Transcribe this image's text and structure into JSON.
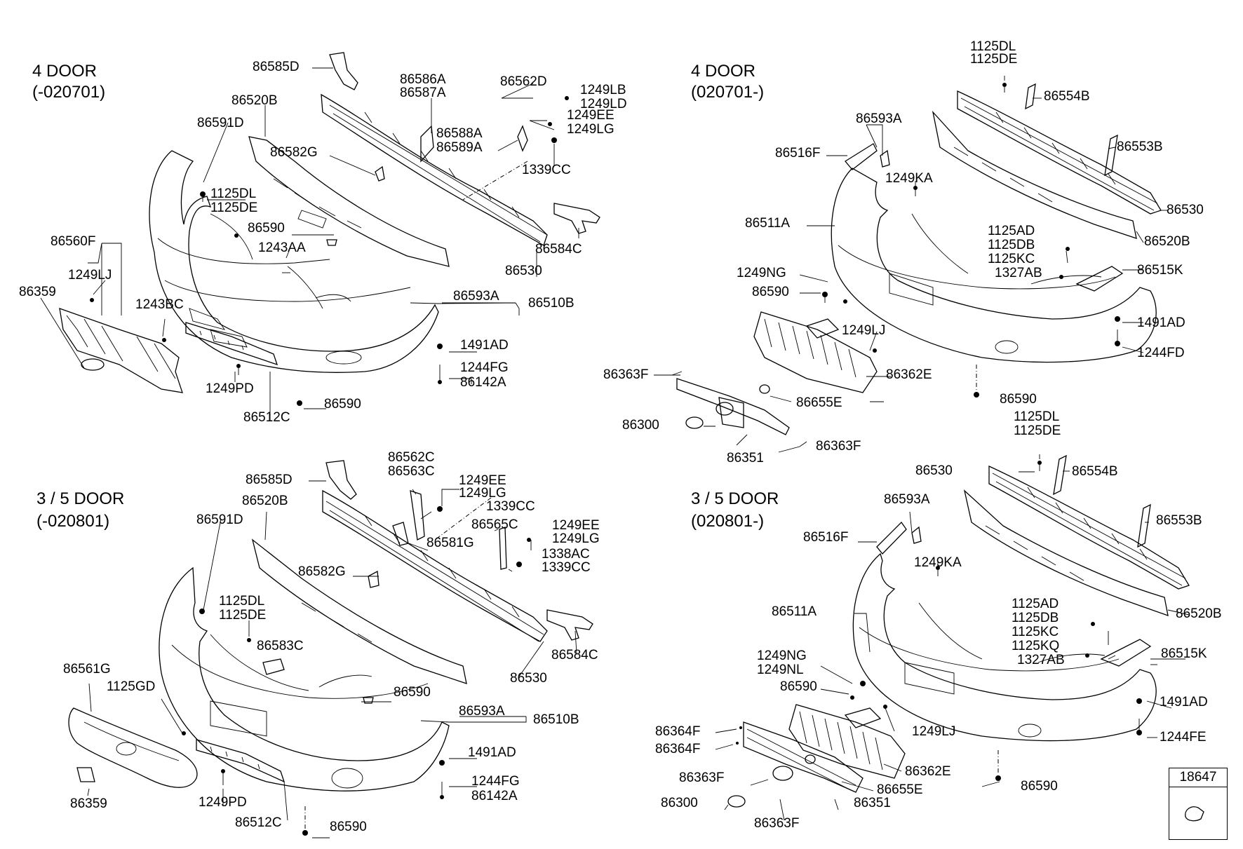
{
  "sections": {
    "tl_title": "4 DOOR",
    "tl_range": "(-020701)",
    "tr_title": "4 DOOR",
    "tr_range": "(020701-)",
    "bl_title": "3 / 5 DOOR",
    "bl_range": "(-020801)",
    "br_title": "3 / 5 DOOR",
    "br_range": "(020801-)"
  },
  "ref_box": "18647",
  "labels": {
    "tl": [
      "86585D",
      "86586A",
      "86587A",
      "86562D",
      "1249LB",
      "1249LD",
      "1249EE",
      "1249LG",
      "86520B",
      "86591D",
      "86588A",
      "86589A",
      "1339CC",
      "86582G",
      "1125DL",
      "1125DE",
      "86590",
      "1243AA",
      "86560F",
      "1249LJ",
      "86359",
      "1243BC",
      "86584C",
      "86530",
      "86593A",
      "86510B",
      "1491AD",
      "1244FG",
      "86142A",
      "1249PD",
      "86590",
      "86512C"
    ],
    "tr": [
      "1125DL",
      "1125DE",
      "86554B",
      "86593A",
      "86553B",
      "86516F",
      "1249KA",
      "86530",
      "86511A",
      "1125AD",
      "86520B",
      "1125DB",
      "1125KC",
      "1249NG",
      "1327AB",
      "86515K",
      "86590",
      "1491AD",
      "1249LJ",
      "1244FD",
      "86363F",
      "86362E",
      "86590",
      "86655E",
      "86300",
      "86363F",
      "86351"
    ],
    "bl": [
      "86562C",
      "86563C",
      "86585D",
      "1249EE",
      "1249LG",
      "86520B",
      "1339CC",
      "86591D",
      "86565C",
      "1249EE",
      "86581G",
      "1249LG",
      "1338AC",
      "86582G",
      "1339CC",
      "1125DL",
      "1125DE",
      "86583C",
      "86584C",
      "86530",
      "86590",
      "86561G",
      "1125GD",
      "86593A",
      "86510B",
      "1491AD",
      "1244FG",
      "86142A",
      "86359",
      "1249PD",
      "86512C",
      "86590"
    ],
    "br": [
      "1125DL",
      "1125DE",
      "86530",
      "86554B",
      "86593A",
      "86553B",
      "86516F",
      "1249KA",
      "86511A",
      "86520B",
      "1125AD",
      "1125DB",
      "1125KC",
      "1125KQ",
      "86515K",
      "1327AB",
      "1249NG",
      "1249NL",
      "86590",
      "1491AD",
      "86364F",
      "1249LJ",
      "86364F",
      "1244FE",
      "86362E",
      "86363F",
      "86655E",
      "86590",
      "86300",
      "86351",
      "86363F"
    ]
  }
}
